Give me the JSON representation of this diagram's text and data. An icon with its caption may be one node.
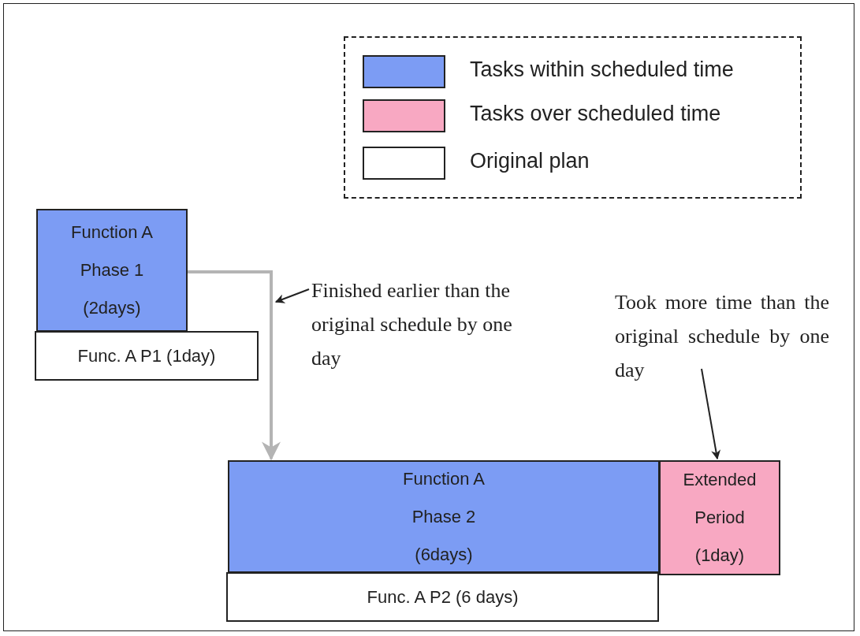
{
  "diagram": {
    "nodes": [
      {
        "text": [
          "Function A Phase 1 (2days)"
        ]
      },
      {
        "text": [
          "Func. A P1 (1day)"
        ]
      },
      {
        "text": [
          "Finished earlier than the original schedule by one day"
        ]
      },
      {
        "text": [
          "Function A Phase 2 (6days)"
        ]
      },
      {
        "text": [
          "Func. A P2 (6 days)"
        ]
      },
      {
        "text": [
          "Extended Period (1day)"
        ]
      },
      {
        "text": [
          "Took more time than the original schedule by one day"
        ]
      }
    ],
    "edges": [
      {
        "from": 0,
        "to": 3,
        "arrow": "to",
        "color": "#b4b4b4",
        "style": "thick"
      },
      {
        "from": 2,
        "to": null,
        "arrow": "to"
      },
      {
        "from": 6,
        "to": 5,
        "arrow": "to"
      }
    ],
    "legend": [
      {
        "text": "Tasks within scheduled time",
        "color": "#7c9cf4"
      },
      {
        "text": "Tasks over scheduled time",
        "color": "#f8a8c2"
      },
      {
        "text": "Original plan",
        "color": "#ffffff"
      }
    ]
  }
}
